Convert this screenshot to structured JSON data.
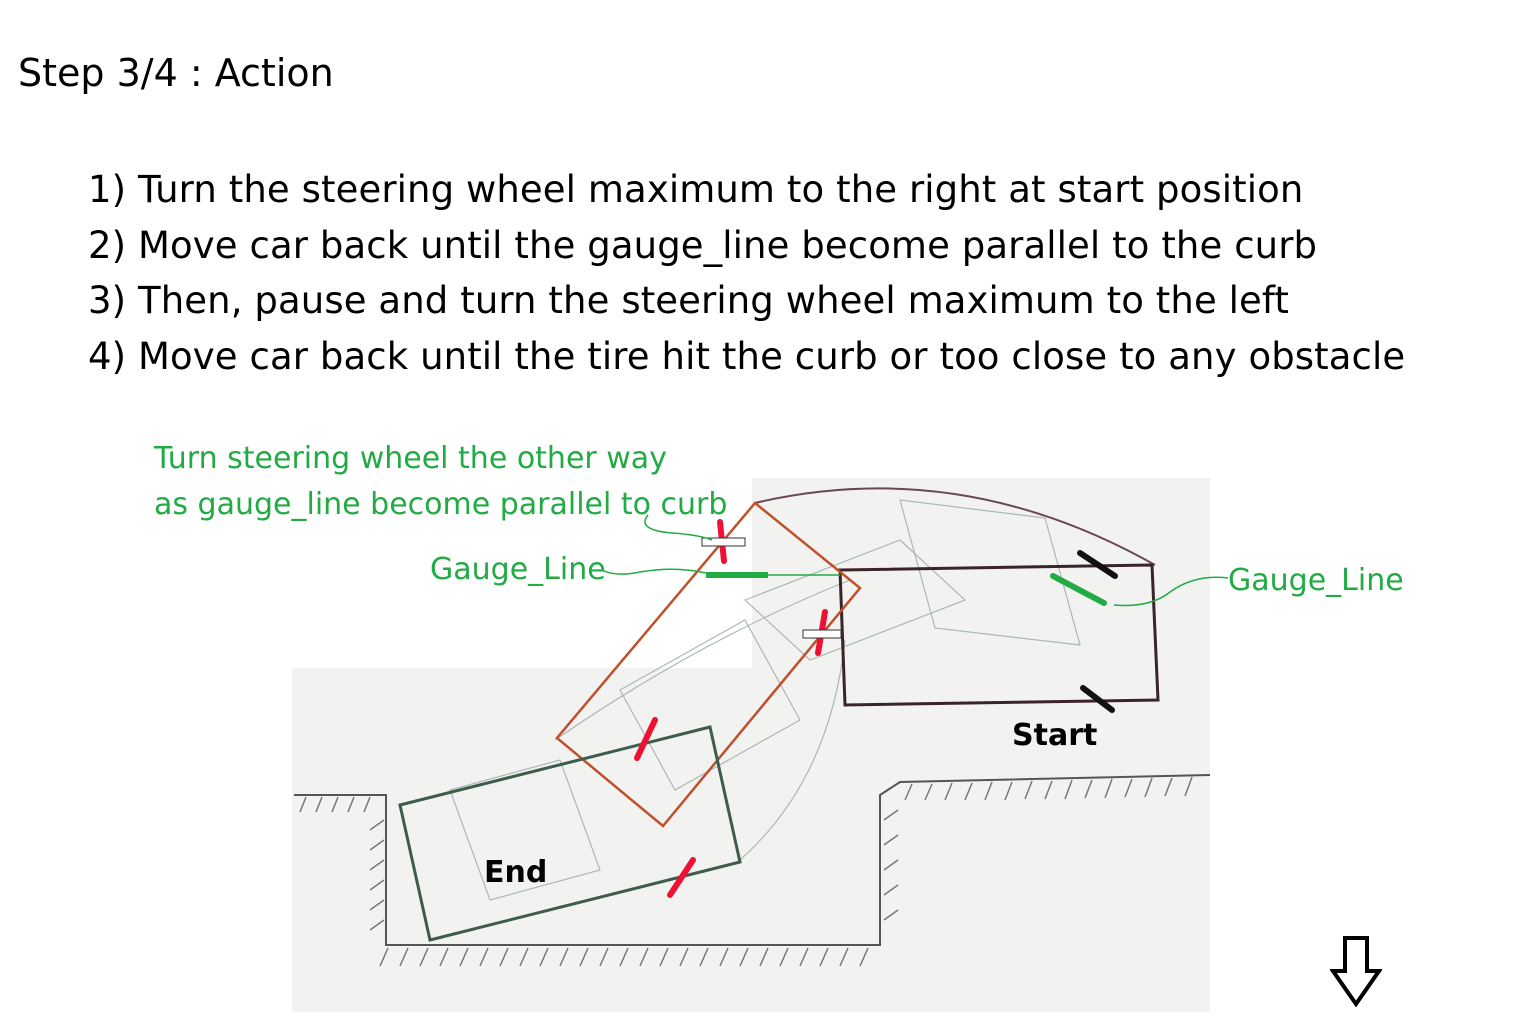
{
  "title": "Step 3/4 : Action",
  "steps": [
    "1) Turn the steering wheel maximum to the right at start position",
    "2) Move car back until the gauge_line become parallel to the curb",
    "3) Then, pause and turn the steering wheel maximum to the left",
    "4) Move car back until the tire hit the curb or too close to any obstacle"
  ],
  "annotation": {
    "line1": "Turn steering wheel the other way",
    "line2": "as gauge_line become parallel to curb"
  },
  "gauge_label_left": "Gauge_Line",
  "gauge_label_right": "Gauge_Line",
  "start_label": "Start",
  "end_label": "End",
  "icons": {
    "next": "down-arrow-icon"
  },
  "colors": {
    "annotation": "#22aa44",
    "gauge_line": "#22aa44",
    "tire_mark_mid": "#ee1133",
    "car_start": "#3a2428",
    "car_mid": "#c0502a",
    "car_end": "#3d5c4a"
  }
}
